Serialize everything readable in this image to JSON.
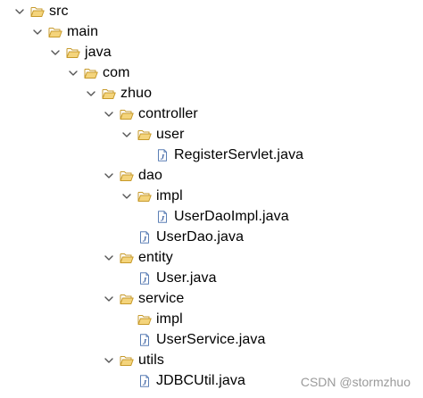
{
  "tree": [
    {
      "label": "src",
      "depth": 0,
      "kind": "folder",
      "expanded": true,
      "icon": "open-folder-icon"
    },
    {
      "label": "main",
      "depth": 1,
      "kind": "folder",
      "expanded": true,
      "icon": "open-folder-icon"
    },
    {
      "label": "java",
      "depth": 2,
      "kind": "folder",
      "expanded": true,
      "icon": "open-folder-icon"
    },
    {
      "label": "com",
      "depth": 3,
      "kind": "folder",
      "expanded": true,
      "icon": "open-folder-icon"
    },
    {
      "label": "zhuo",
      "depth": 4,
      "kind": "folder",
      "expanded": true,
      "icon": "open-folder-icon"
    },
    {
      "label": "controller",
      "depth": 5,
      "kind": "folder",
      "expanded": true,
      "icon": "open-folder-icon"
    },
    {
      "label": "user",
      "depth": 6,
      "kind": "folder",
      "expanded": true,
      "icon": "open-folder-icon"
    },
    {
      "label": "RegisterServlet.java",
      "depth": 7,
      "kind": "file",
      "icon": "java-file-icon"
    },
    {
      "label": "dao",
      "depth": 5,
      "kind": "folder",
      "expanded": true,
      "icon": "open-folder-icon"
    },
    {
      "label": "impl",
      "depth": 6,
      "kind": "folder",
      "expanded": true,
      "icon": "open-folder-icon"
    },
    {
      "label": "UserDaoImpl.java",
      "depth": 7,
      "kind": "file",
      "icon": "java-file-icon"
    },
    {
      "label": "UserDao.java",
      "depth": 6,
      "kind": "file",
      "icon": "java-file-icon"
    },
    {
      "label": "entity",
      "depth": 5,
      "kind": "folder",
      "expanded": true,
      "icon": "open-folder-icon"
    },
    {
      "label": "User.java",
      "depth": 6,
      "kind": "file",
      "icon": "java-file-icon"
    },
    {
      "label": "service",
      "depth": 5,
      "kind": "folder",
      "expanded": true,
      "icon": "open-folder-icon"
    },
    {
      "label": "impl",
      "depth": 6,
      "kind": "folder",
      "expanded": false,
      "empty": true,
      "icon": "open-folder-icon"
    },
    {
      "label": "UserService.java",
      "depth": 6,
      "kind": "file",
      "icon": "java-file-icon"
    },
    {
      "label": "utils",
      "depth": 5,
      "kind": "folder",
      "expanded": true,
      "icon": "open-folder-icon"
    },
    {
      "label": "JDBCUtil.java",
      "depth": 6,
      "kind": "file",
      "icon": "java-file-icon"
    }
  ],
  "watermark": "CSDN @stormzhuo",
  "colors": {
    "folder_fill": "#f4d47c",
    "folder_stroke": "#c79a2a",
    "java_fill": "#ffffff",
    "java_stroke": "#5b7fb5",
    "java_letter": "#3a5fa0",
    "twisty": "#555555",
    "text": "#000000",
    "watermark": "#9a9a9a"
  }
}
